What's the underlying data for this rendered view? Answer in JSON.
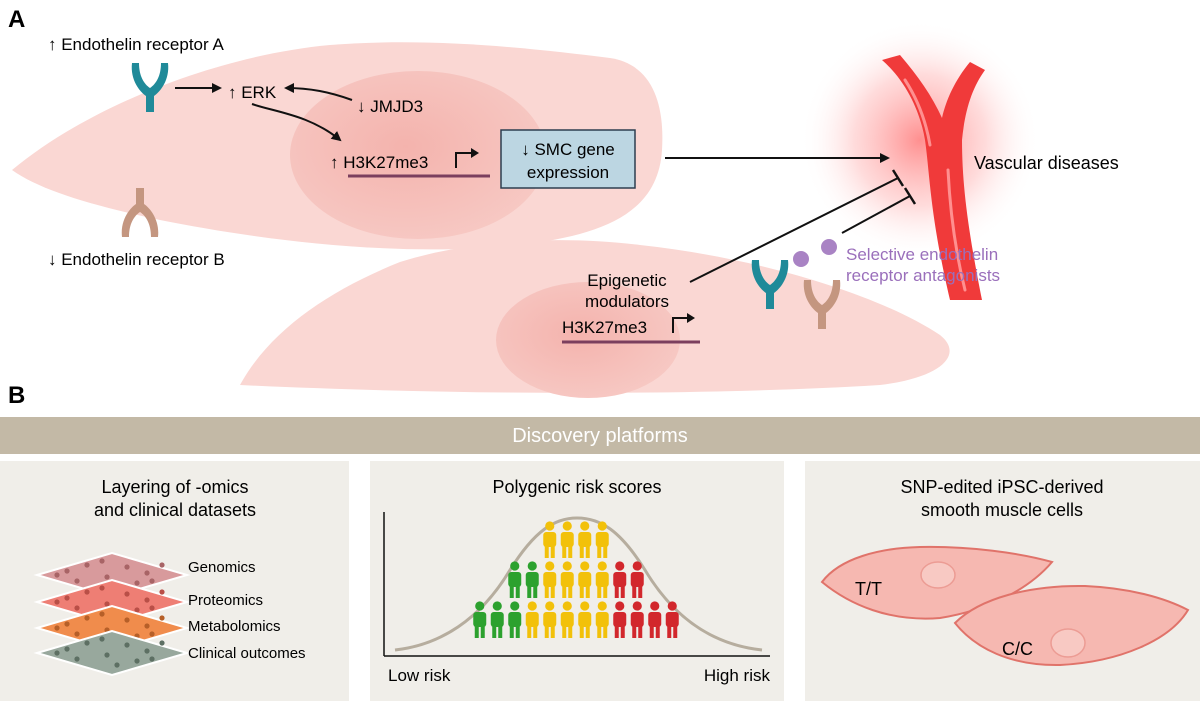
{
  "colors": {
    "cell": "#fad7d3",
    "nucleus": "#f6c0bb",
    "teal_receptor": "#1f8a99",
    "tan_receptor": "#c49680",
    "box_fill": "#bcd6e2",
    "box_stroke": "#2c3e50",
    "underline": "#7b3f5e",
    "vessel": "#f03a3a",
    "antagonist": "#a983c4",
    "banner": "#c3b9a6",
    "panel": "#f0eee9",
    "green": "#2ca12e",
    "yellow": "#f2c10a",
    "red": "#d2272c",
    "curve": "#b6ad9e"
  },
  "panel_a": {
    "label": "A",
    "etra_label": "↑ Endothelin receptor A",
    "etrb_label": "↓ Endothelin receptor B",
    "erk_label": "↑ ERK",
    "jmjd3_label": "↓ JMJD3",
    "h3k27_up_label": "↑ H3K27me3",
    "smc_line1": "↓ SMC gene",
    "smc_line2": "expression",
    "vascular_label": "Vascular diseases",
    "epi_line1": "Epigenetic",
    "epi_line2": "modulators",
    "h3k27_label": "H3K27me3",
    "antagonist_line1": "Selective endothelin",
    "antagonist_line2": "receptor antagonists",
    "icons": {
      "etra": "teal-receptor-icon",
      "etrb": "tan-receptor-icon",
      "vessel": "blood-vessel-icon",
      "promoter": "transcription-start-arrow-icon"
    }
  },
  "panel_b": {
    "label": "B",
    "banner_title": "Discovery platforms",
    "omics": {
      "title_line1": "Layering of -omics",
      "title_line2": "and clinical datasets",
      "layers": [
        {
          "label": "Genomics",
          "color": "#d89a9c",
          "dot": "#a86466"
        },
        {
          "label": "Proteomics",
          "color": "#ee7e74",
          "dot": "#b94f47"
        },
        {
          "label": "Metabolomics",
          "color": "#f08c4c",
          "dot": "#b65f28"
        },
        {
          "label": "Clinical outcomes",
          "color": "#98a89d",
          "dot": "#5d6f63"
        }
      ]
    },
    "prs": {
      "title": "Polygenic risk scores",
      "low_label": "Low risk",
      "high_label": "High risk"
    },
    "ipsc": {
      "title_line1": "SNP-edited iPSC-derived",
      "title_line2": "smooth muscle cells",
      "cell1_label": "T/T",
      "cell2_label": "C/C"
    }
  }
}
